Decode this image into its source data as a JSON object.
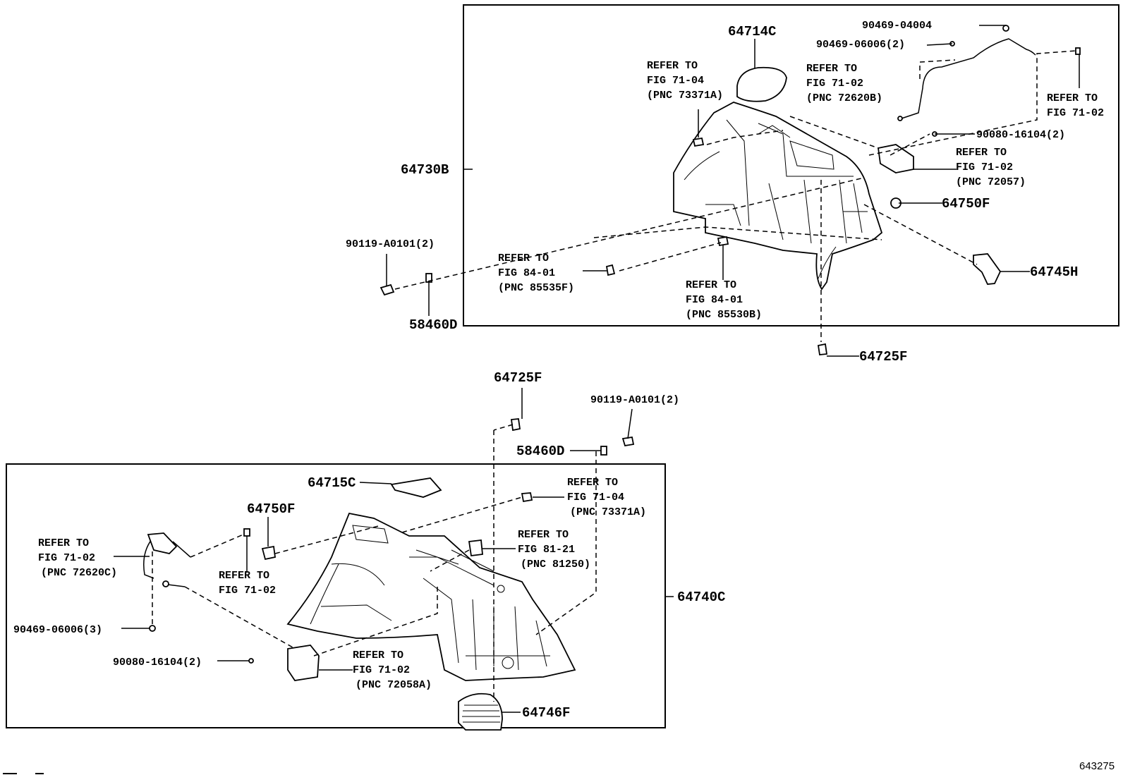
{
  "diagram_id": "643275",
  "top_assembly": {
    "parts": {
      "p64714C": "64714C",
      "p64730B": "64730B",
      "p64750F": "64750F",
      "p64745H": "64745H",
      "p64725F": "64725F",
      "p58460D": "58460D",
      "p90119": "90119-A0101(2)",
      "p90469_04004": "90469-04004",
      "p90469_06006": "90469-06006(2)",
      "p90080": "90080-16104(2)"
    },
    "refs": {
      "r1": [
        "REFER TO",
        "FIG 71-04",
        "(PNC 73371A)"
      ],
      "r2": [
        "REFER TO",
        "FIG 71-02",
        "(PNC 72620B)"
      ],
      "r3": [
        "REFER TO",
        "FIG 71-02"
      ],
      "r4": [
        "REFER TO",
        "FIG 71-02",
        "(PNC 72057)"
      ],
      "r5": [
        "REFER TO",
        "FIG 84-01",
        "(PNC 85535F)"
      ],
      "r6": [
        "REFER TO",
        "FIG 84-01",
        "(PNC 85530B)"
      ]
    }
  },
  "bottom_assembly": {
    "parts": {
      "p64725F": "64725F",
      "p90119": "90119-A0101(2)",
      "p58460D": "58460D",
      "p64715C": "64715C",
      "p64750F": "64750F",
      "p64740C": "64740C",
      "p90469": "90469-06006(3)",
      "p90080": "90080-16104(2)",
      "p64746F": "64746F"
    },
    "refs": {
      "r1": [
        "REFER TO",
        "FIG 71-04",
        "(PNC 73371A)"
      ],
      "r2": [
        "REFER TO",
        "FIG 71-02",
        "(PNC 72620C)"
      ],
      "r3": [
        "REFER TO",
        "FIG 81-21",
        "(PNC 81250)"
      ],
      "r4": [
        "REFER TO",
        "FIG 71-02"
      ],
      "r5": [
        "REFER TO",
        "FIG 71-02",
        "(PNC 72058A)"
      ]
    }
  }
}
